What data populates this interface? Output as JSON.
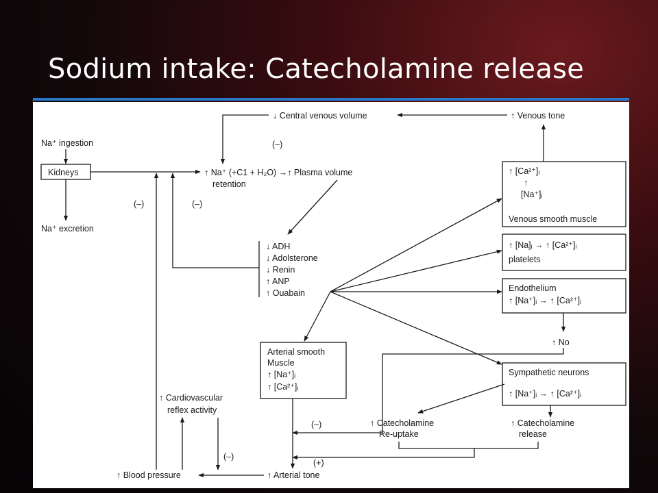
{
  "slide": {
    "title": "Sodium intake: Catecholamine release",
    "accent_color": "#2a78c8"
  },
  "diagram": {
    "nodes": {
      "na_ingestion": "Na⁺ ingestion",
      "kidneys": "Kidneys",
      "na_excretion": "Na⁺ excretion",
      "central_venous_volume": "↓ Central venous volume",
      "venous_tone": "↑ Venous tone",
      "retention_line1": "↑ Na⁺ (+C1 + H₂O) →↑ Plasma volume",
      "retention_line2": "retention",
      "hormones": [
        "↓ ADH",
        "↓ Adolsterone",
        "↓ Renin",
        "↑ ANP",
        "↑ Ouabain"
      ],
      "venous_smooth_muscle": {
        "line1": "↑ [Ca²⁺]ᵢ",
        "line2": "↑",
        "line3": "[Na⁺]ᵢ",
        "label": "Venous smooth muscle"
      },
      "platelets": {
        "line1": "↑ [Na]ᵢ → ↑ [Ca²⁺]ᵢ",
        "line2": "platelets"
      },
      "endothelium": {
        "line1": "Endothelium",
        "line2": "↑ [Na⁺]ᵢ → ↑ [Ca²⁺]ᵢ"
      },
      "no": "↑ No",
      "arterial_smooth_muscle": [
        "Arterial smooth",
        "Muscle",
        "↑ [Na⁺]ᵢ",
        "↑ [Ca²⁺]ᵢ"
      ],
      "sympathetic_neurons": {
        "line1": "Sympathetic neurons",
        "line2": "↑ [Na⁺]ᵢ → ↑ [Ca²⁺]ᵢ"
      },
      "catecholamine_reuptake": [
        "↑ Catecholamine",
        "Re-uptake"
      ],
      "catecholamine_release": [
        "↑ Catecholamine",
        "release"
      ],
      "cardiovascular_reflex": [
        "↑ Cardiovascular",
        "reflex activity"
      ],
      "blood_pressure": "↑ Blood pressure",
      "arterial_tone": "↑ Arterial tone"
    },
    "feedback_labels": {
      "minus": "(–)",
      "plus": "(+)"
    }
  }
}
